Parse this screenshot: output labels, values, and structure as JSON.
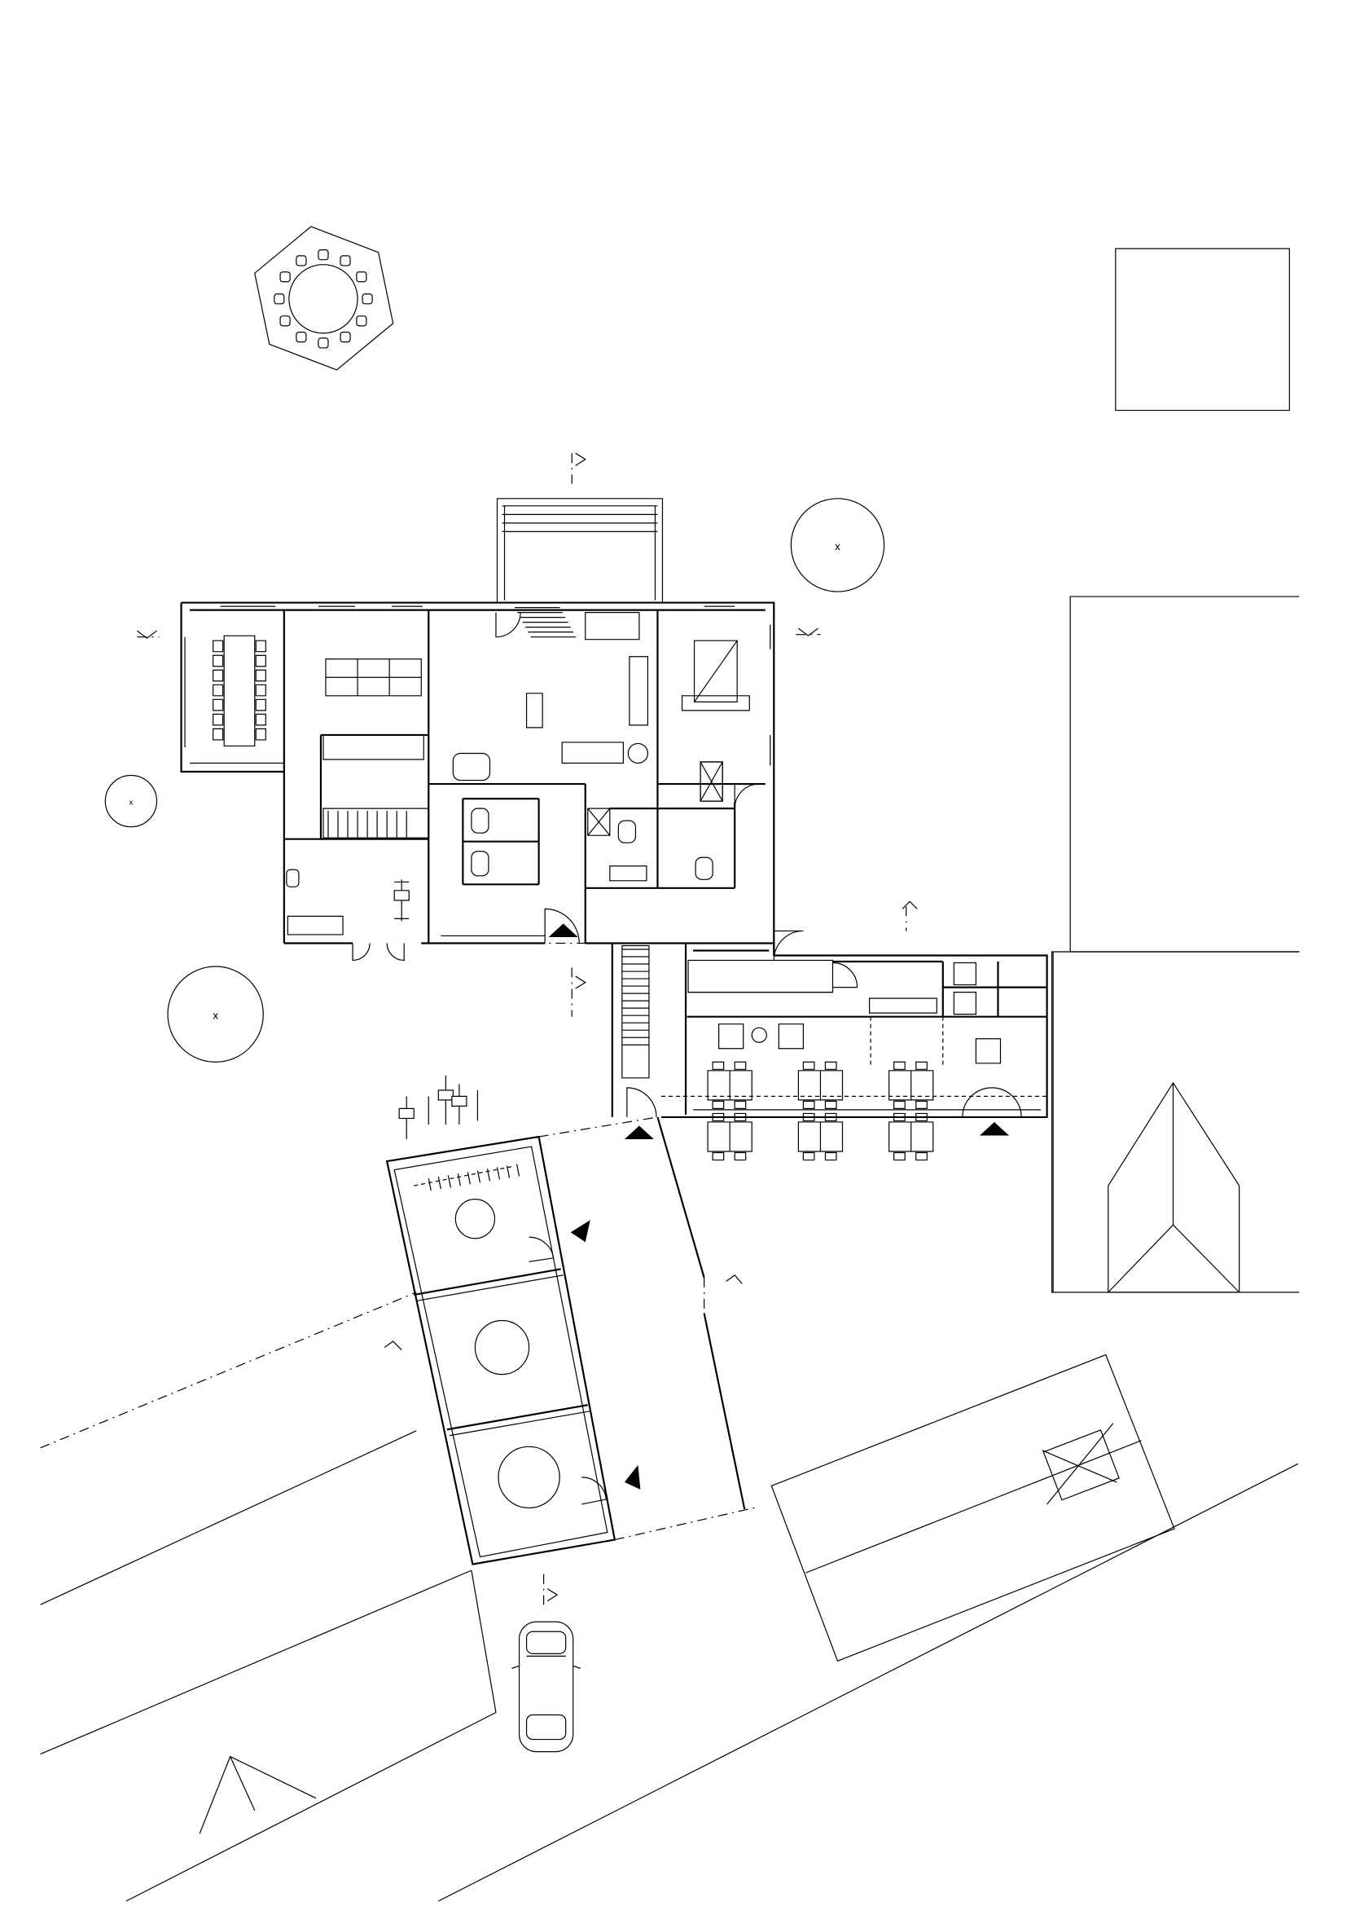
{
  "drawing": {
    "type": "architectural floor plan",
    "line_color": "#000000",
    "background": "#ffffff",
    "text_labels": []
  },
  "symbols": [
    "entrance-marker",
    "section-cut-marker",
    "tree",
    "car",
    "bicycle",
    "round-table"
  ]
}
